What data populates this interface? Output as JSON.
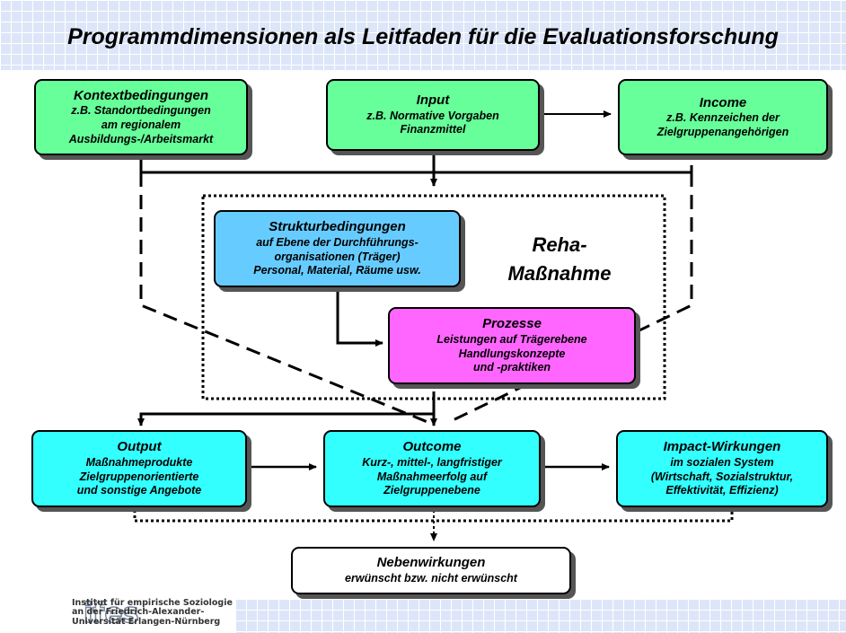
{
  "title": "Programmdimensionen als Leitfaden für die Evaluationsforschung",
  "colors": {
    "context": "#66ff99",
    "structure": "#66ccff",
    "process": "#ff66ff",
    "outcome": "#33ffff",
    "side_effects": "#ffffff",
    "grid": "#dde6f8"
  },
  "boxes": {
    "kontext": {
      "heading": "Kontextbedingungen",
      "lines": [
        "z.B. Standortbedingungen",
        "am regionalem",
        "Ausbildungs-/Arbeitsmarkt"
      ]
    },
    "input": {
      "heading": "Input",
      "lines": [
        "z.B. Normative Vorgaben",
        "Finanzmittel"
      ]
    },
    "income": {
      "heading": "Income",
      "lines": [
        "z.B. Kennzeichen der",
        "Zielgruppenangehörigen"
      ]
    },
    "struktur": {
      "heading": "Strukturbedingungen",
      "lines": [
        "auf Ebene der Durchführungs-",
        "organisationen (Träger)",
        "Personal, Material, Räume usw."
      ]
    },
    "prozesse": {
      "heading": "Prozesse",
      "lines": [
        "Leistungen auf Trägerebene",
        "Handlungskonzepte",
        "und -praktiken"
      ]
    },
    "output": {
      "heading": "Output",
      "lines": [
        "Maßnahmeprodukte",
        "Zielgruppenorientierte",
        "und sonstige Angebote"
      ]
    },
    "outcome": {
      "heading": "Outcome",
      "lines": [
        "Kurz-, mittel-, langfristiger",
        "Maßnahmeerfolg auf",
        "Zielgruppenebene"
      ]
    },
    "impact": {
      "heading": "Impact-Wirkungen",
      "lines": [
        "im sozialen System",
        "(Wirtschaft, Sozialstruktur,",
        "Effektivität, Effizienz)"
      ]
    },
    "neben": {
      "heading": "Nebenwirkungen",
      "lines": [
        "erwünscht bzw. nicht erwünscht"
      ]
    }
  },
  "reha": {
    "line1": "Reha-",
    "line2": "Maßnahme"
  },
  "institute": {
    "line1": "Institut für empirische Soziologie",
    "line2": "an der Friedrich-Alexander-",
    "line3": "Universität Erlangen-Nürnberg",
    "logo_text": "ifes"
  }
}
